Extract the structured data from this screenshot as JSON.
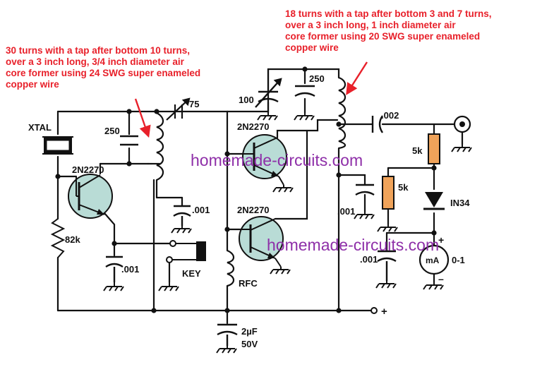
{
  "annotations": {
    "left_coil_note": "30 turns with a tap after bottom 10 turns,\nover a 3 inch long, 3/4 inch diameter air\ncore former using 24 SWG super enameled\ncopper wire",
    "right_coil_note": "18 turns with a tap after bottom 3 and 7 turns,\nover a 3 inch long, 1 inch diameter air\ncore former using 20 SWG super enameled\ncopper wire"
  },
  "watermarks": [
    "homemade-circuits.com",
    "homemade-circuits.com"
  ],
  "labels": {
    "xtal": "XTAL",
    "c250_left": "250",
    "trimmer_75": "75",
    "q1": "2N2270",
    "r82k": "82k",
    "c001_left": ".001",
    "c001_mid": ".001",
    "key": "KEY",
    "rfc": "RFC",
    "c2uf_value": "2µF",
    "c2uf_voltage": "50V",
    "c100": "100",
    "c250_right": "250",
    "q2": "2N2270",
    "q3": "2N2270",
    "c002": ".002",
    "r5k_top": "5k",
    "r5k_left": "5k",
    "diode": "IN34",
    "c001_right": ".001",
    "c001_bottom": ".001",
    "meter_unit": "mA",
    "meter_range": "0-1",
    "plus_supply": "+",
    "plus_meter": "+",
    "minus_meter": "–"
  },
  "colors": {
    "annotation": "#e8202a",
    "watermark": "#8e2fa8",
    "transistor_fill": "#b9dcd6",
    "resistor_fill": "#f0a35a",
    "wire": "#111111"
  }
}
